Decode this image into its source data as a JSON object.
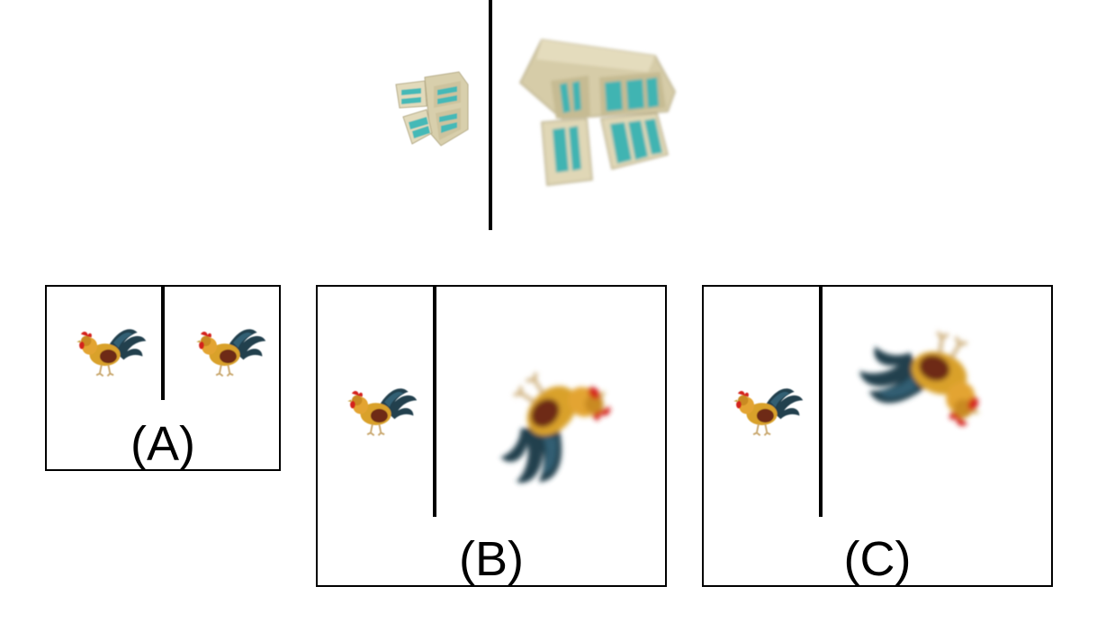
{
  "prompt": {
    "left_object": "fridge-small-icon",
    "right_object": "fridge-large-rotated-icon"
  },
  "options": [
    {
      "label": "(A)",
      "left_object": "rooster-small-icon",
      "right_object": "rooster-small-icon"
    },
    {
      "label": "(B)",
      "left_object": "rooster-small-icon",
      "right_object": "rooster-large-rotated-icon"
    },
    {
      "label": "(C)",
      "left_object": "rooster-small-icon",
      "right_object": "rooster-large-rotated-icon"
    }
  ]
}
